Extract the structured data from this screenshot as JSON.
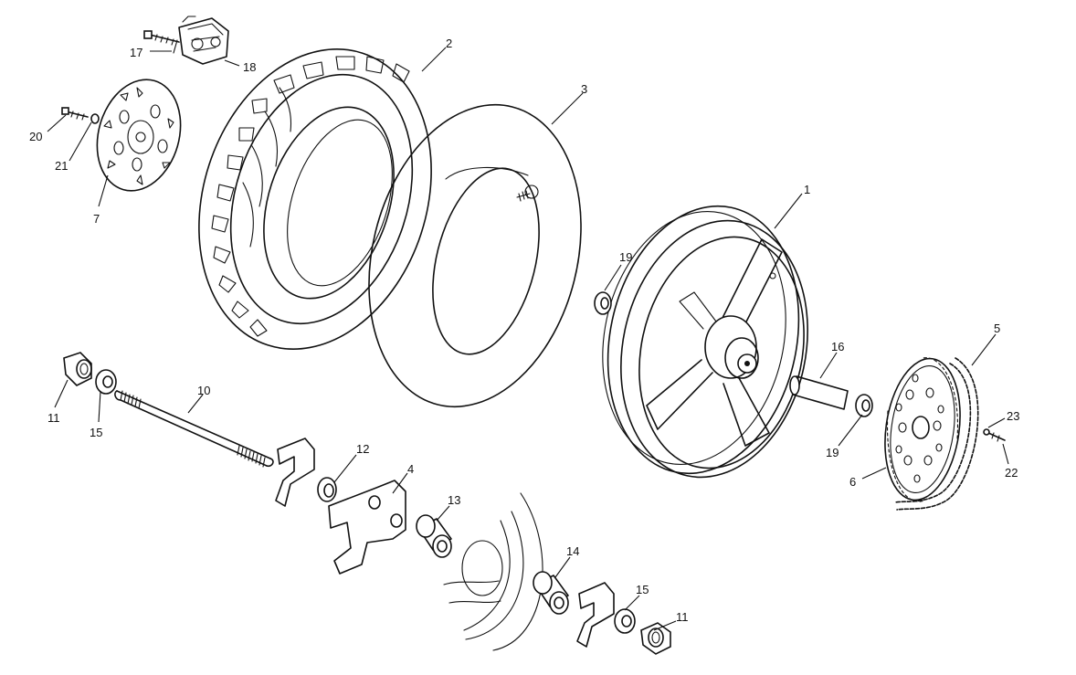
{
  "callouts": [
    {
      "id": "c1",
      "label": "1"
    },
    {
      "id": "c2",
      "label": "2"
    },
    {
      "id": "c3",
      "label": "3"
    },
    {
      "id": "c4",
      "label": "4"
    },
    {
      "id": "c5",
      "label": "5"
    },
    {
      "id": "c6",
      "label": "6"
    },
    {
      "id": "c7",
      "label": "7"
    },
    {
      "id": "c10",
      "label": "10"
    },
    {
      "id": "c11a",
      "label": "11"
    },
    {
      "id": "c11b",
      "label": "11"
    },
    {
      "id": "c12",
      "label": "12"
    },
    {
      "id": "c13",
      "label": "13"
    },
    {
      "id": "c14",
      "label": "14"
    },
    {
      "id": "c15a",
      "label": "15"
    },
    {
      "id": "c15b",
      "label": "15"
    },
    {
      "id": "c16",
      "label": "16"
    },
    {
      "id": "c17",
      "label": "17"
    },
    {
      "id": "c18",
      "label": "18"
    },
    {
      "id": "c19a",
      "label": "19"
    },
    {
      "id": "c19b",
      "label": "19"
    },
    {
      "id": "c20",
      "label": "20"
    },
    {
      "id": "c21",
      "label": "21"
    },
    {
      "id": "c22",
      "label": "22"
    },
    {
      "id": "c23",
      "label": "23"
    }
  ]
}
